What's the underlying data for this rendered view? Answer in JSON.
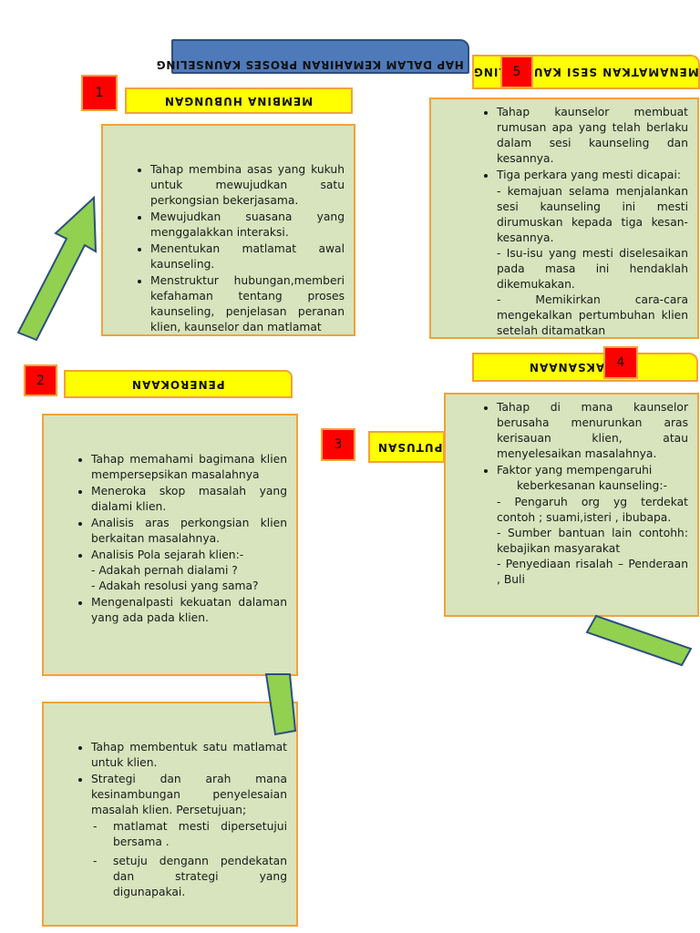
{
  "title": "HAP DALAM KEMAHIRAN PROSES KAUNSELING",
  "colors": {
    "label_fill": "#ffff00",
    "label_border": "#f2a23a",
    "number_fill": "#ff0000",
    "box_fill": "#d7e4bd",
    "arrow_fill": "#92d050",
    "arrow_stroke": "#2e4f7e",
    "banner_fill": "#4f7ab9"
  },
  "stages": {
    "s1": {
      "number": "1",
      "label": "MEMBINA HUBUNGAN",
      "bullets": [
        "Tahap membina asas yang kukuh untuk mewujudkan satu perkongsian bekerjasama.",
        "Mewujudkan suasana yang menggalakkan interaksi.",
        "Menentukan matlamat awal kaunseling.",
        "Menstruktur hubungan,memberi kefahaman tentang proses kaunseling, penjelasan peranan klien, kaunselor dan matlamat"
      ]
    },
    "s2": {
      "number": "2",
      "label": "PENEROKAAN",
      "bullets": [
        "Tahap memahami bagimana klien mempersepsikan masalahnya",
        "Meneroka skop masalah yang dialami klien.",
        "Analisis aras perkongsian klien berkaitan masalahnya."
      ],
      "pattern_bullet": "Analisis Pola sejarah klien:-",
      "pattern_subs": [
        "- Adakah pernah dialami ?",
        "- Adakah resolusi yang sama?"
      ],
      "last_bullet": "Mengenalpasti kekuatan dalaman yang ada pada klien."
    },
    "s3": {
      "number": "3",
      "label": "KEPUTUSAN",
      "bullets": [
        "Tahap membentuk satu matlamat untuk klien.",
        "Strategi dan arah mana kesinambungan penyelesaian masalah klien. Persetujuan;"
      ],
      "subs": [
        "matlamat mesti dipersetujui bersama .",
        "setuju dengann pendekatan dan strategi yang digunapakai."
      ]
    },
    "s4": {
      "number": "4",
      "label": "PELAKSANAAN",
      "bullets": [
        "Tahap di mana kaunselor berusaha menurunkan aras kerisauan klien, atau menyelesaikan masalahnya."
      ],
      "factor_bullet": "Faktor yang mempengaruhi",
      "factor_cont": "keberkesanan kaunseling:-",
      "subs": [
        "-   Pengaruh org yg terdekat contoh ; suami,isteri , ibubapa.",
        "-   Sumber bantuan lain contohh: kebajikan masyarakat",
        "-   Penyediaan risalah – Penderaan , Buli"
      ]
    },
    "s5": {
      "number": "5",
      "label": "MENAMATKAN SESI KAUNSELING",
      "bullets": [
        "Tahap kaunselor membuat rumusan apa yang telah berlaku dalam sesi kaunseling dan kesannya."
      ],
      "three_bullet": "Tiga perkara yang mesti dicapai:",
      "subs": [
        "-   kemajuan selama menjalankan sesi kaunseling ini mesti dirumuskan kepada tiga kesan-kesannya.",
        "-   Isu-isu yang mesti diselesaikan pada masa ini hendaklah dikemukakan.",
        "-   Memikirkan cara-cara mengekalkan pertumbuhan klien setelah ditamatkan"
      ]
    }
  }
}
